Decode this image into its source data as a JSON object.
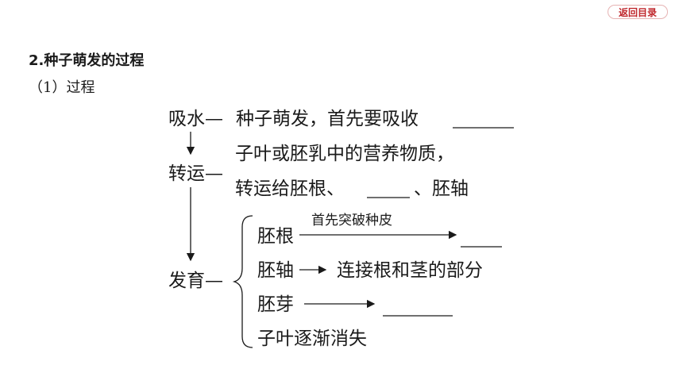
{
  "nav": {
    "back_label": "返回目录"
  },
  "section": {
    "heading": "2.种子萌发的过程",
    "subheading": "（1）过程"
  },
  "diagram": {
    "absorb": {
      "prefix": "吸水—",
      "text": "种子萌发，首先要吸收"
    },
    "transport": {
      "label": "转运—",
      "line1": "子叶或胚乳中的营养物质，",
      "line2_a": "转运给胚根、",
      "line2_b": "、胚轴"
    },
    "develop": {
      "label": "发育—",
      "radicle": "胚根",
      "radicle_note": "首先突破种皮",
      "hypocotyl": "胚轴",
      "hypocotyl_result": "连接根和茎的部分",
      "plumule": "胚芽",
      "cotyledon": "子叶逐渐消失"
    }
  }
}
